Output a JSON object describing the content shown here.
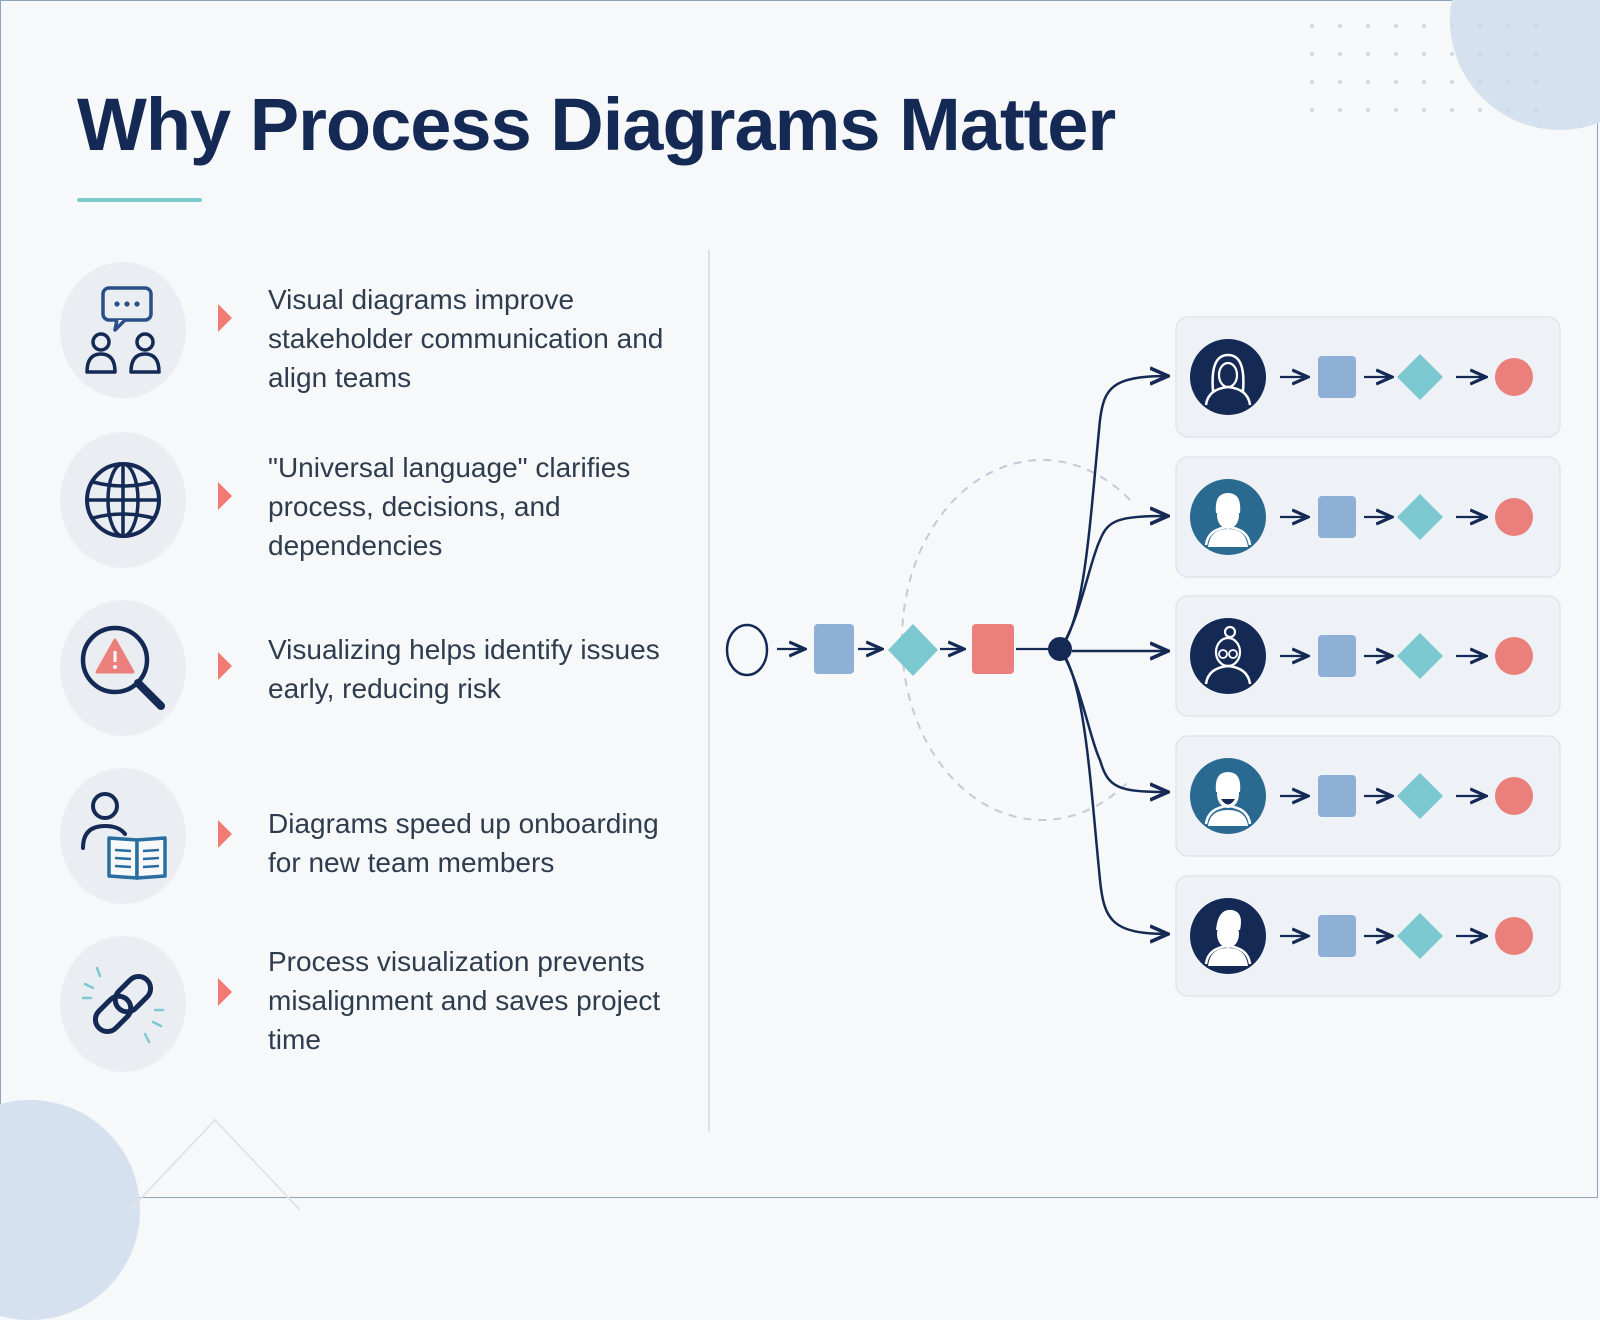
{
  "title": "Why Process Diagrams Matter",
  "benefits": [
    {
      "icon": "communication-icon",
      "text": "Visual diagrams improve stakeholder communication and align teams"
    },
    {
      "icon": "globe-icon",
      "text": "\"Universal language\" clarifies process, decisions, and dependencies"
    },
    {
      "icon": "risk-magnifier-icon",
      "text": "Visualizing helps identify issues early, reducing risk"
    },
    {
      "icon": "onboarding-book-icon",
      "text": "Diagrams speed up onboarding for new team members"
    },
    {
      "icon": "link-icon",
      "text": "Process visualization prevents misalignment and saves project time"
    }
  ],
  "process": {
    "main_steps": [
      "start-event",
      "task",
      "decision",
      "end-task",
      "split"
    ],
    "lanes": [
      {
        "avatar": "woman-avatar-icon",
        "steps": [
          "task",
          "decision",
          "end-event"
        ]
      },
      {
        "avatar": "man-avatar-icon",
        "steps": [
          "task",
          "decision",
          "end-event"
        ]
      },
      {
        "avatar": "woman-glasses-avatar-icon",
        "steps": [
          "task",
          "decision",
          "end-event"
        ]
      },
      {
        "avatar": "man-beard-avatar-icon",
        "steps": [
          "task",
          "decision",
          "end-event"
        ]
      },
      {
        "avatar": "man-quiff-avatar-icon",
        "steps": [
          "task",
          "decision",
          "end-event"
        ]
      }
    ]
  },
  "colors": {
    "navy": "#142a55",
    "accent_teal": "#7ccad0",
    "task_blue": "#8eb0d6",
    "decision_teal": "#7cc8d0",
    "end_red": "#ea7f7b",
    "pointer_red": "#ef7b73"
  }
}
